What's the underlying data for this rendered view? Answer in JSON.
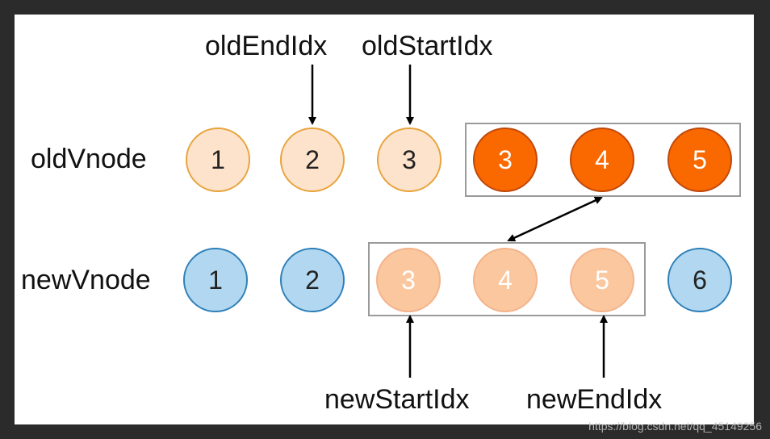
{
  "rows": {
    "old_label": "oldVnode",
    "new_label": "newVnode"
  },
  "old_nodes": [
    "1",
    "2",
    "3",
    "3",
    "4",
    "5"
  ],
  "new_nodes": [
    "1",
    "2",
    "3",
    "4",
    "5",
    "6"
  ],
  "pointers": {
    "old_end": "oldEndIdx",
    "old_start": "oldStartIdx",
    "new_start": "newStartIdx",
    "new_end": "newEndIdx"
  },
  "watermark": "https://blog.csdn.net/qq_45149256",
  "colors": {
    "old_pale_fill": "#fde3cc",
    "old_pale_stroke": "#e8a33c",
    "old_hot_fill": "#fa6800",
    "new_blue_fill": "#b1d8f0",
    "new_blue_stroke": "#2f7fb8",
    "new_peach_fill": "#fbc79f",
    "group_border": "#9a9a9a"
  }
}
